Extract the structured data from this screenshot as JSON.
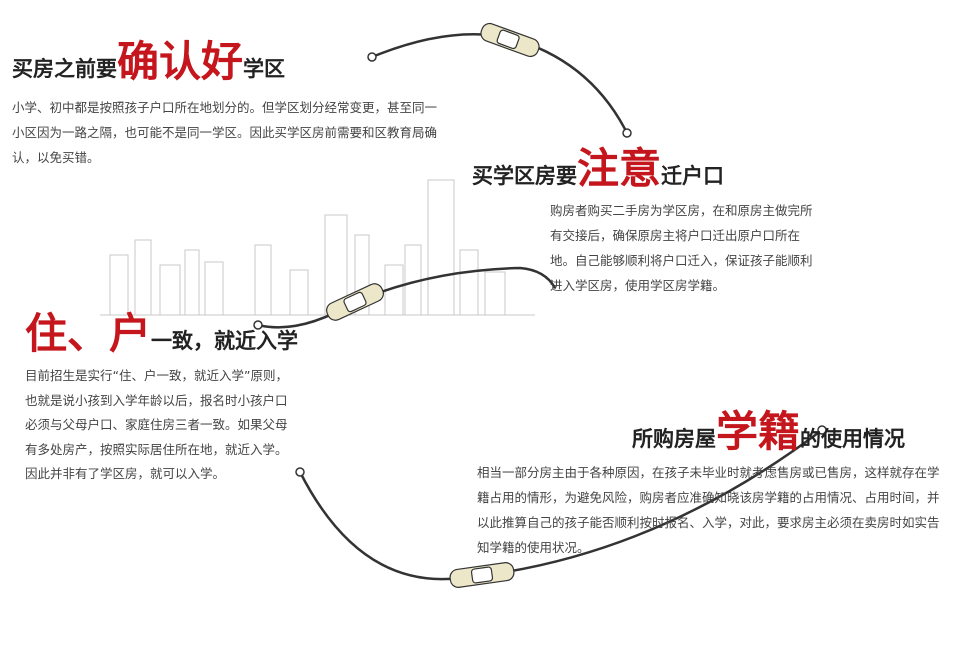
{
  "sections": [
    {
      "pre": "买房之前要",
      "key": "确认好",
      "post": "学区",
      "body": "小学、初中都是按照孩子户口所在地划分的。但学区划分经常变更，甚至同一小区因为一路之隔，也可能不是同一学区。因此买学区房前需要和区教育局确认，以免买错。"
    },
    {
      "pre": "买学区房要",
      "key": "注意",
      "post": "迁户口",
      "body": "购房者购买二手房为学区房，在和原房主做完所有交接后，确保原房主将户口迁出原户口所在地。自己能够顺利将户口迁入，保证孩子能顺利进入学区房，使用学区房学籍。"
    },
    {
      "pre": "",
      "key": "住、户",
      "post": "一致，就近入学",
      "body": "目前招生是实行“住、户一致，就近入学”原则，也就是说小孩到入学年龄以后，报名时小孩户口必须与父母户口、家庭住房三者一致。如果父母有多处房产，按照实际居住所在地，就近入学。因此并非有了学区房，就可以入学。"
    },
    {
      "pre": "所购房屋",
      "key": "学籍",
      "post": "的使用情况",
      "body": "相当一部分房主由于各种原因，在孩子未毕业时就考虑售房或已售房，这样就存在学籍占用的情形，为避免风险，购房者应准确知晓该房学籍的占用情况、占用时间，并以此推算自己的孩子能否顺利按时报名、入学，对此，要求房主必须在卖房时如实告知学籍的使用状况。"
    }
  ],
  "colors": {
    "accent": "#c4161c",
    "text": "#444444"
  }
}
